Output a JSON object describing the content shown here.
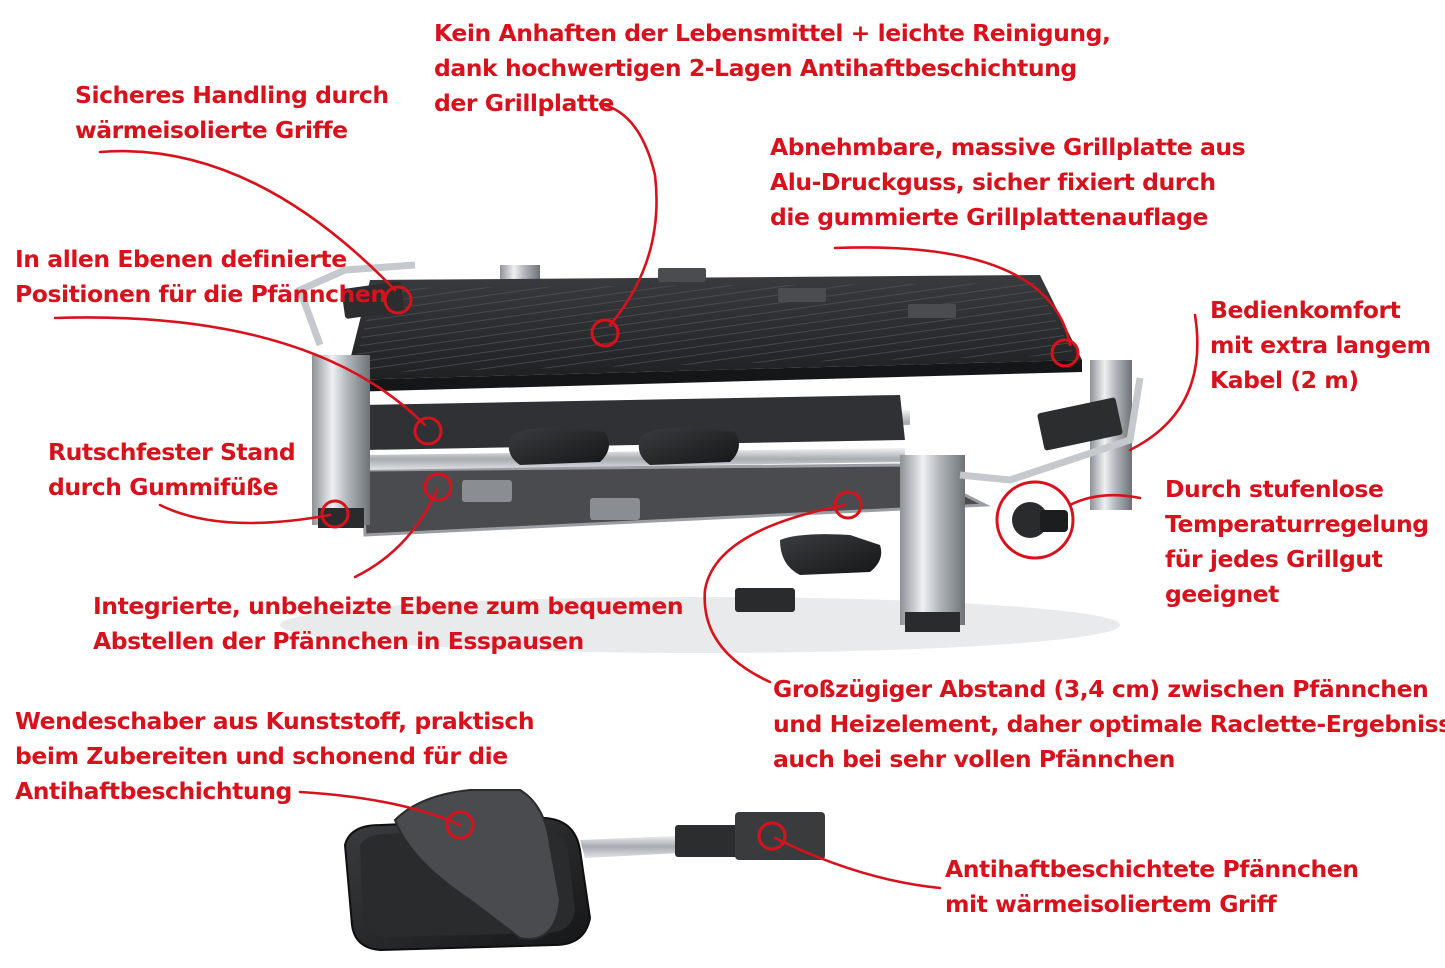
{
  "callouts": {
    "handling": [
      "Sicheres Handling durch",
      "wärmeisolierte Griffe"
    ],
    "non_stick": [
      "Kein Anhaften der Lebensmittel + leichte Reinigung,",
      "dank hochwertigen 2-Lagen Antihaftbeschichtung",
      "der Grillplatte"
    ],
    "grill_plate": [
      "Abnehmbare, massive Grillplatte aus",
      "Alu-Druckguss, sicher fixiert durch",
      "die gummierte Grillplattenauflage"
    ],
    "positions": [
      "In allen Ebenen definierte",
      "Positionen für die Pfännchen"
    ],
    "cable": [
      "Bedienkomfort",
      "mit extra langem",
      "Kabel (2 m)"
    ],
    "feet": [
      "Rutschfester Stand",
      "durch Gummifüße"
    ],
    "temperature": [
      "Durch stufenlose",
      "Temperaturregelung",
      "für jedes Grillgut",
      "geeignet"
    ],
    "rest_level": [
      "Integrierte, unbeheizte Ebene zum bequemen",
      "Abstellen der Pfännchen in Esspausen"
    ],
    "distance": [
      "Großzügiger Abstand (3,4 cm) zwischen Pfännchen",
      "und Heizelement, daher optimale Raclette-Ergebnisse",
      "auch bei sehr vollen Pfännchen"
    ],
    "scraper": [
      "Wendeschaber aus Kunststoff, praktisch",
      "beim Zubereiten und schonend für die",
      "Antihaftbeschichtung"
    ],
    "pans": [
      "Antihaftbeschichtete Pfännchen",
      "mit wärmeisoliertem Griff"
    ]
  },
  "colors": {
    "accent": "#d7121d",
    "steel": "#b9bdc2",
    "plate": "#2b2c2e",
    "rubber": "#3a3b3d"
  },
  "icons": {
    "marker": "red-ring-marker",
    "leader": "red-curved-leader-line"
  }
}
